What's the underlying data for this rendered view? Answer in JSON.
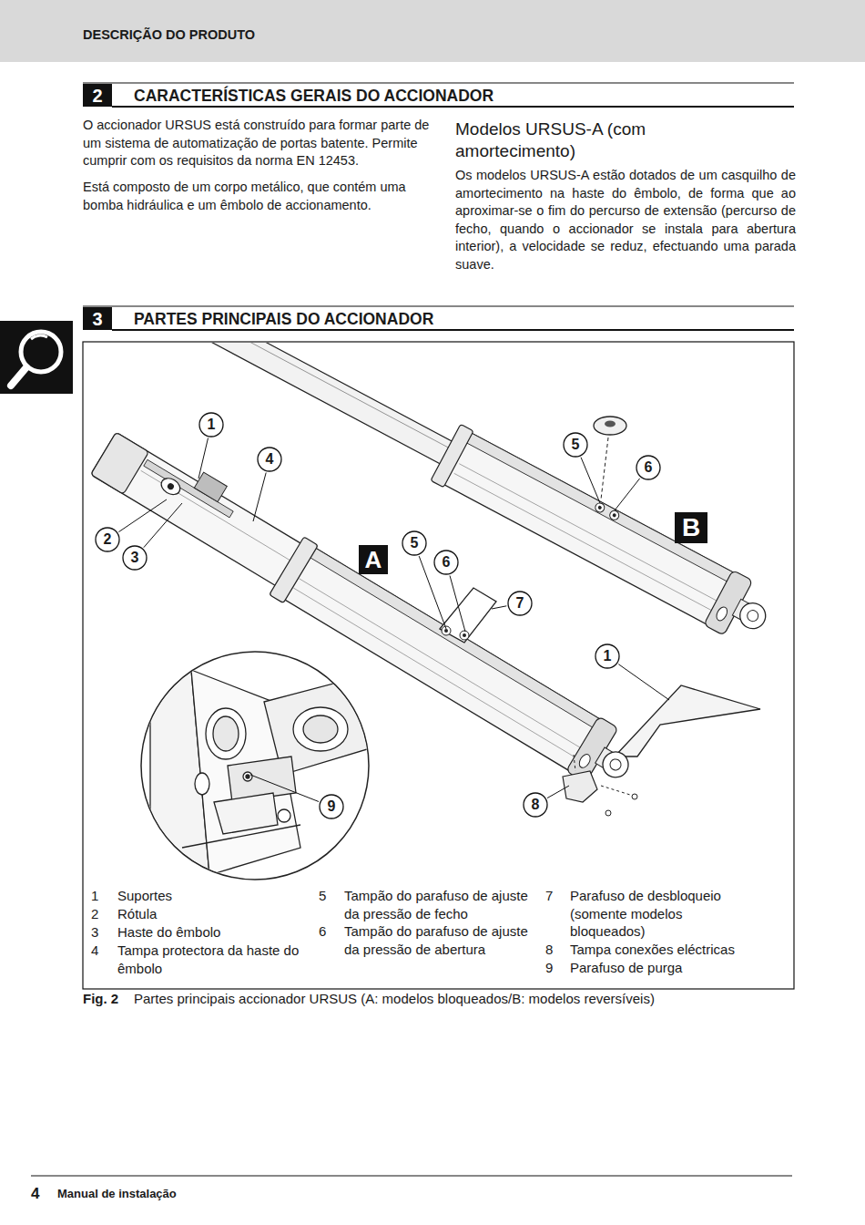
{
  "diagram": {
    "title": "DESCRIÇÃO DO PRODUTO",
    "caption": "Partes principais accionador URSUS (A: modelos bloqueados/B: modelos reversíveis)",
    "nodes": [
      {
        "text": [
          "2"
        ]
      },
      {
        "text": [
          "3"
        ]
      },
      {
        "text": [
          "A"
        ]
      },
      {
        "text": [
          "B"
        ]
      }
    ],
    "labels": [
      "CARACTERÍSTICAS GERAIS DO ACCIONADOR",
      "O accionador URSUS está construído para formar parte de um sistema de automatização de portas batente. Permite cumprir com os requisitos da norma EN 12453.",
      "Está composto de um corpo metálico, que contém uma bomba hidráulica e um êmbolo de accionamento.",
      "Modelos URSUS-A (com amortecimento)",
      "Os modelos URSUS-A estão dotados de um casquilho de amortecimento na haste do êmbolo, de forma que ao aproximar-se o fim do percurso de extensão (percurso de fecho, quando o accionador se instala para abertura interior), a velocidade se reduz, efectuando uma parada suave.",
      "PARTES PRINCIPAIS DO ACCIONADOR",
      "1",
      "4",
      "5",
      "6",
      "2",
      "3",
      "5",
      "6",
      "7",
      "1",
      "9",
      "8",
      "1",
      "Suportes",
      "2",
      "Rótula",
      "3",
      "Haste do êmbolo",
      "4",
      "Tampa protectora da haste do êmbolo",
      "5",
      "Tampão do parafuso de ajuste da pressão de fecho",
      "6",
      "Tampão do parafuso de ajuste da pressão de abertura",
      "7",
      "Parafuso de desbloqueio (somente modelos bloqueados)",
      "8",
      "Tampa conexões eléctricas",
      "9",
      "Parafuso de purga",
      "Fig. 2",
      "4",
      "Manual de instalação"
    ]
  }
}
